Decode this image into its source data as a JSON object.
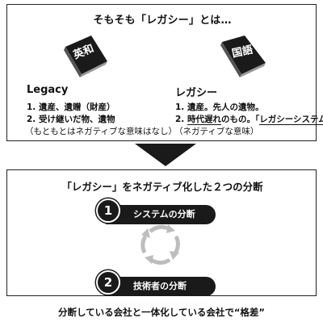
{
  "top": {
    "title": "そもそも「レガシー」とは…",
    "left_book_label": "英和",
    "right_book_label": "国語",
    "left": {
      "heading": "Legacy",
      "line1": "1. 遺産、遺贈（財産）",
      "line2": "2. 受け継いだ物、遺物",
      "note": "（もともとはネガティブな意味はなし）"
    },
    "right": {
      "heading": "レガシー",
      "line1": "1. 遺産。先人の遺物。",
      "line2_prefix": "2. ",
      "line2_em": "時代遅れ",
      "line2_mid": "のもの。「",
      "line2_em2": "レガシーシステム",
      "line2_suffix": "」",
      "note": "（ネガティブな意味）"
    }
  },
  "bottom": {
    "title": "「レガシー」をネガティブ化した２つの分断",
    "item1_num": "1",
    "item1_label": "システムの分断",
    "item2_num": "2",
    "item2_label": "技術者の分断"
  },
  "caption": "分断している会社と一体化している会社で“格差”",
  "colors": {
    "ink": "#1a1a1a",
    "cycle": "#bdbdbd"
  },
  "icons": {
    "book": "dictionary-book-icon",
    "arrow": "down-triangle-arrow",
    "cycle": "cycle-arrows-icon"
  }
}
